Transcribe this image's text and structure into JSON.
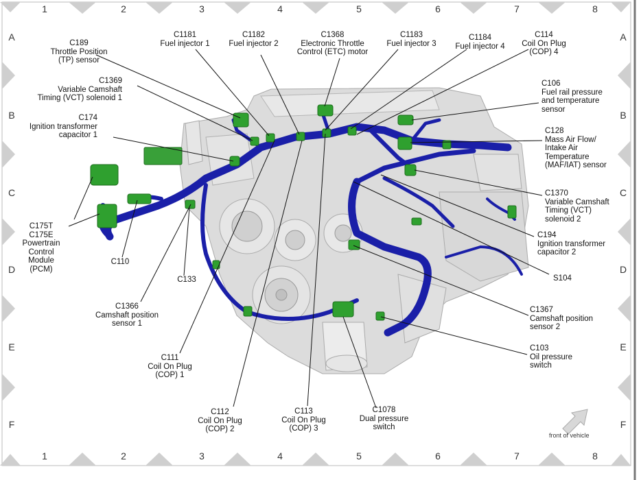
{
  "grid": {
    "columns": [
      "1",
      "2",
      "3",
      "4",
      "5",
      "6",
      "7",
      "8"
    ],
    "rows": [
      "A",
      "B",
      "C",
      "D",
      "E",
      "F"
    ]
  },
  "labels": {
    "c189": "C189\nThrottle Position\n(TP) sensor",
    "c1181": "C1181\nFuel injector 1",
    "c1182": "C1182\nFuel injector 2",
    "c1368": "C1368\nElectronic Throttle\nControl (ETC) motor",
    "c1183": "C1183\nFuel injector 3",
    "c1184": "C1184\nFuel injector 4",
    "c114": "C114\nCoil On Plug\n(COP) 4",
    "c1369": "C1369\nVariable Camshaft\nTiming (VCT) solenoid 1",
    "c174": "C174\nIgnition transformer\ncapacitor 1",
    "c106": "C106\nFuel rail pressure\nand temperature\nsensor",
    "c128": "C128\nMass Air Flow/\nIntake Air\nTemperature\n(MAF/IAT) sensor",
    "c1370": "C1370\nVariable Camshaft\nTiming (VCT)\nsolenoid 2",
    "c175": "C175T\nC175E\nPowertrain\nControl\nModule\n(PCM)",
    "c110": "C110",
    "c133": "C133",
    "c194": "C194\nIgnition transformer\ncapacitor 2",
    "s104": "S104",
    "c1366": "C1366\nCamshaft position\nsensor 1",
    "c1367": "C1367\nCamshaft position\nsensor 2",
    "c103": "C103\nOil pressure\nswitch",
    "c111": "C111\nCoil On Plug\n(COP) 1",
    "c112": "C112\nCoil On Plug\n(COP) 2",
    "c113": "C113\nCoil On Plug\n(COP) 3",
    "c1078": "C1078\nDual pressure\nswitch"
  },
  "front_of_vehicle": "front of vehicle",
  "colors": {
    "harness": "#1a1fa8",
    "connector": "#2fa02f",
    "engine": "#d4d4d4",
    "triangle": "#cfcfcf"
  }
}
